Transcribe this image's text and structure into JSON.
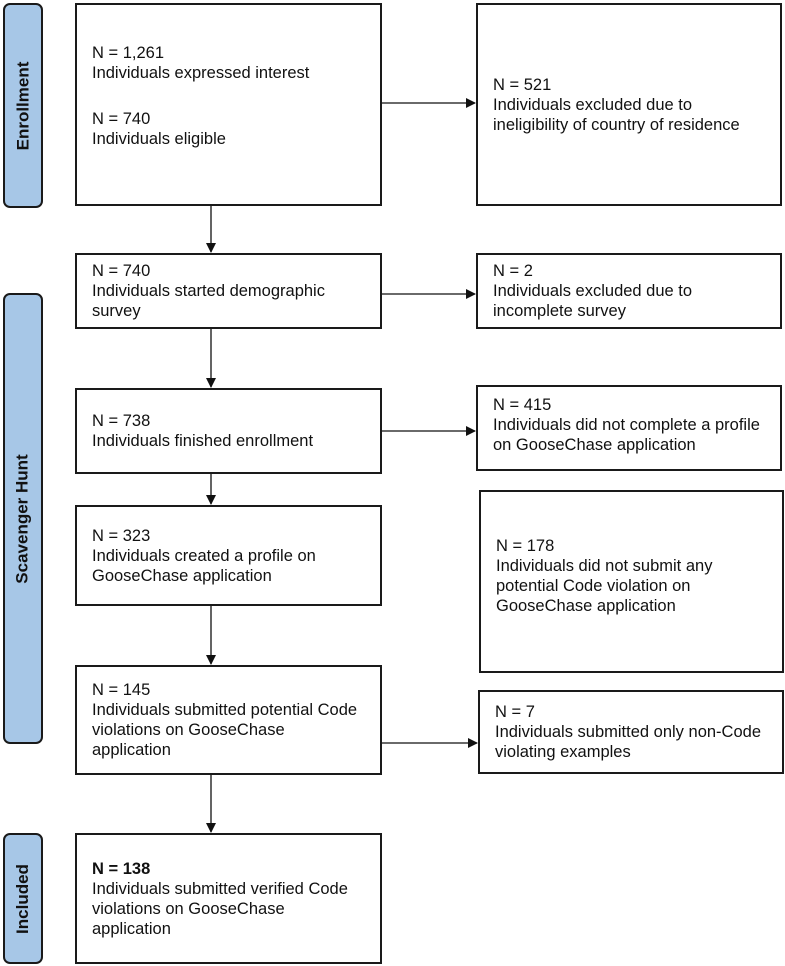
{
  "phases": {
    "enrollment": "Enrollment",
    "scavenger_hunt": "Scavenger Hunt",
    "included": "Included"
  },
  "main_boxes": [
    {
      "lines": [
        {
          "n": "N = 1,261",
          "d": "Individuals expressed interest"
        },
        {
          "n": "N = 740",
          "d": "Individuals eligible"
        }
      ]
    },
    {
      "n": "N = 740",
      "d": "Individuals started demographic survey"
    },
    {
      "n": "N = 738",
      "d": "Individuals finished enrollment"
    },
    {
      "n": "N = 323",
      "d": "Individuals created a profile on GooseChase application"
    },
    {
      "n": "N = 145",
      "d": "Individuals submitted potential Code violations on GooseChase application"
    },
    {
      "n": "N = 138",
      "d": "Individuals submitted verified Code violations on GooseChase application"
    }
  ],
  "excluded_boxes": [
    {
      "n": "N = 521",
      "d": "Individuals excluded due to ineligibility of country of residence"
    },
    {
      "n": "N = 2",
      "d": "Individuals excluded due to incomplete survey"
    },
    {
      "n": "N = 415",
      "d": "Individuals did not complete a profile on GooseChase application"
    },
    {
      "n": "N = 178",
      "d": "Individuals did not submit any potential Code violation on GooseChase application"
    },
    {
      "n": "N = 7",
      "d": "Individuals submitted only non-Code violating examples"
    }
  ],
  "colors": {
    "phase_fill": "#a7c7e7",
    "stroke": "#1a1a1a"
  }
}
